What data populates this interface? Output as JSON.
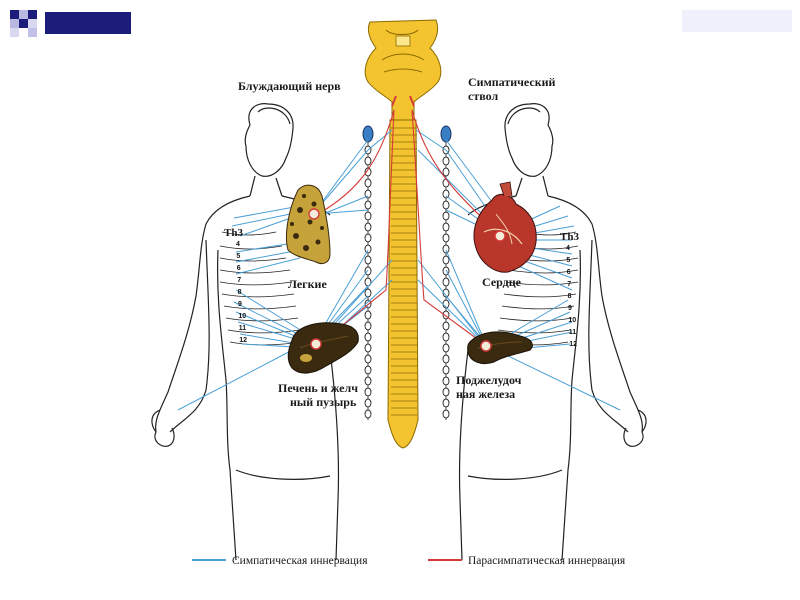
{
  "labels": {
    "vagus_nerve": "Блуждающий нерв",
    "sympathetic_trunk_line1": "Симпатический",
    "sympathetic_trunk_line2": "ствол",
    "lungs": "Легкие",
    "heart": "Сердце",
    "liver_line1": "Печень и желч",
    "liver_line2": "ный пузырь",
    "pancreas_line1": "Поджелудоч",
    "pancreas_line2": "ная железа",
    "th3_left": "Th3",
    "th3_right": "Th3"
  },
  "legend": {
    "sympathetic": "Симпатическая иннервация",
    "parasympathetic": "Парасимпатическая иннервация"
  },
  "segments_left": [
    "4",
    "5",
    "6",
    "7",
    "8",
    "9",
    "10",
    "11",
    "12"
  ],
  "segments_right": [
    "4",
    "5",
    "6",
    "7",
    "8",
    "9",
    "10",
    "11",
    "12"
  ],
  "colors": {
    "sympathetic": "#4a9fd6",
    "parasympathetic": "#d63a3a",
    "spinal_cord": "#f4c430",
    "organ_dark": "#3a2a10",
    "accent_navy": "#1c1c7a"
  }
}
